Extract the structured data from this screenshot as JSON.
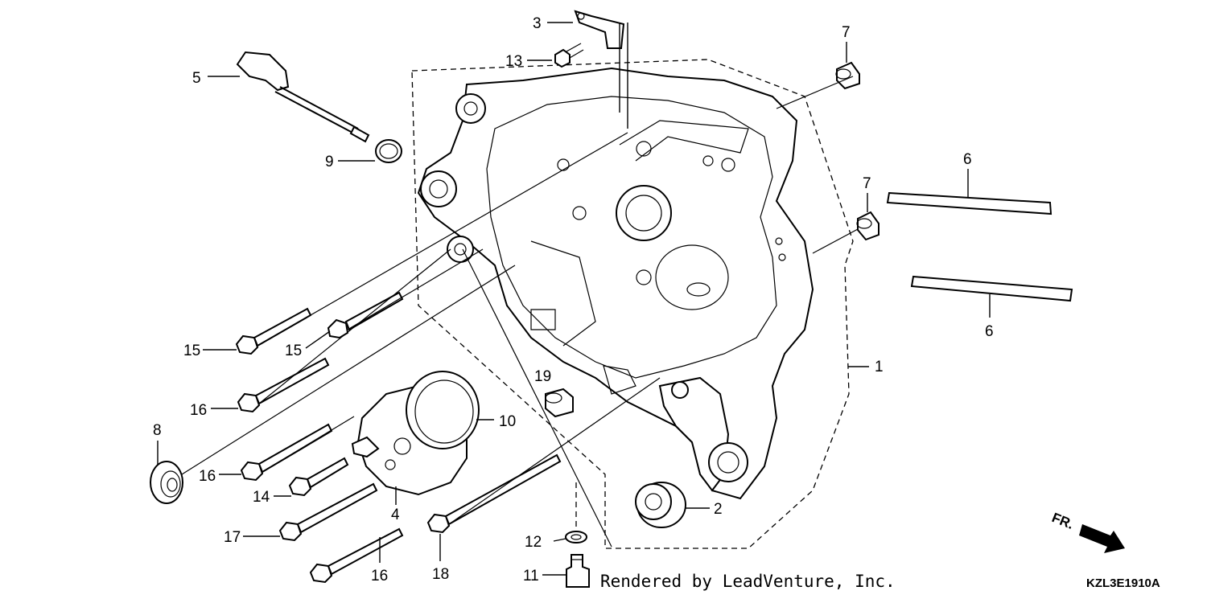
{
  "callouts": {
    "p1": "1",
    "p2": "2",
    "p3": "3",
    "p4": "4",
    "p5": "5",
    "p6a": "6",
    "p6b": "6",
    "p7a": "7",
    "p7b": "7",
    "p8": "8",
    "p9": "9",
    "p10": "10",
    "p11": "11",
    "p12": "12",
    "p13": "13",
    "p14": "14",
    "p15a": "15",
    "p15b": "15",
    "p16a": "16",
    "p16b": "16",
    "p16c": "16",
    "p17": "17",
    "p18": "18",
    "p19": "19"
  },
  "credit": "Rendered by LeadVenture, Inc.",
  "diagram_code": "KZL3E1910A",
  "direction_label": "FR."
}
